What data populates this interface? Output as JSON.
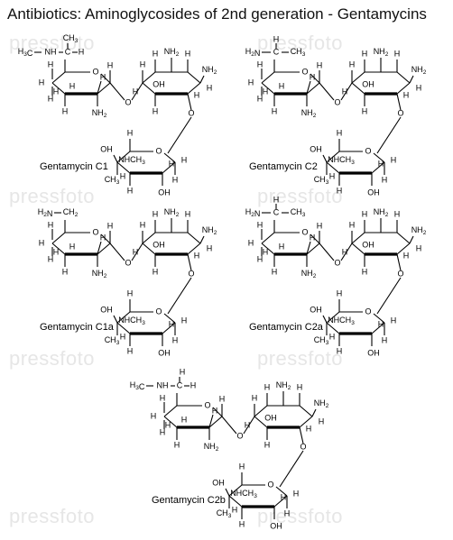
{
  "title": "Antibiotics: Aminoglycosides of 2nd generation - Gentamycins",
  "watermark": "pressfoto",
  "molecules": [
    {
      "name": "Gentamycin C1",
      "side": [
        "H3C",
        "NH",
        "C",
        "CH3",
        "H"
      ]
    },
    {
      "name": "Gentamycin C2",
      "side": [
        "H2N",
        "C",
        "CH3",
        "H"
      ]
    },
    {
      "name": "Gentamycin C1a",
      "side": [
        "H2N",
        "CH2"
      ]
    },
    {
      "name": "Gentamycin C2a",
      "side": [
        "H2N",
        "C",
        "CH3",
        "H"
      ]
    },
    {
      "name": "Gentamycin C2b",
      "side": [
        "H3C",
        "NH",
        "C",
        "H",
        "H"
      ]
    }
  ],
  "labels": {
    "H": "H",
    "O": "O",
    "OH": "OH",
    "NH2": "NH2",
    "NHCH3": "NHCH3",
    "CH3": "CH3"
  }
}
